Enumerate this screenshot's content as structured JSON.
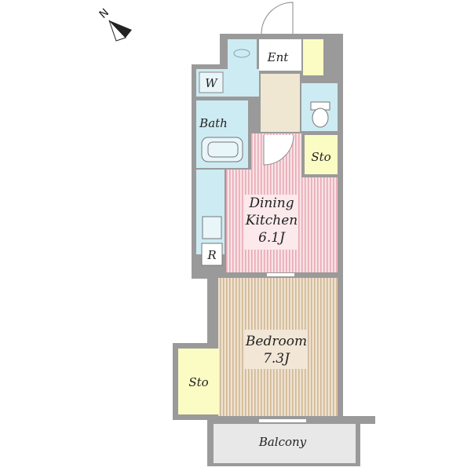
{
  "compass": {
    "north_label": "N",
    "icon": "north-arrow-icon"
  },
  "rooms": {
    "entrance": "Ent",
    "washroom": "W",
    "bath": "Bath",
    "storage_upper": "Sto",
    "dining_kitchen": {
      "line1": "Dining",
      "line2": "Kitchen",
      "size": "6.1J"
    },
    "refrigerator": "R",
    "bedroom": {
      "line1": "Bedroom",
      "size": "7.3J"
    },
    "storage_lower": "Sto",
    "balcony": "Balcony"
  },
  "colors": {
    "wall": "#9a9a9a",
    "wet_area": "#cdebf2",
    "entrance_floor": "#efe7d2",
    "storage": "#fbfcc4",
    "dining_floor": "#f7d5da",
    "bedroom_floor": "#ecdcc6",
    "balcony": "#e8e8e8"
  }
}
